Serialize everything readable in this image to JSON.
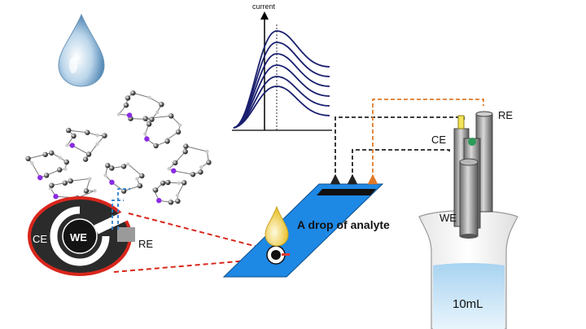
{
  "labels": {
    "current_axis": "current",
    "drop_text": "A drop of analyte",
    "ce_electrode": "CE",
    "we_electrode": "WE",
    "re_electrode": "RE",
    "ce_detail": "CE",
    "we_detail": "WE",
    "re_detail": "RE",
    "volume": "10mL"
  },
  "colors": {
    "curve": "#1a1f6e",
    "strip": "#1e88e5",
    "liquid": "#cfe7f7",
    "connector_black": "#222222",
    "connector_orange": "#e07a2a",
    "connector_blue": "#2d7fd0",
    "zoom_red": "#d9261c",
    "drop": "#f3d34a"
  },
  "icons": {
    "water_drop": "water-drop-icon",
    "analyte_drop": "analyte-drop-icon",
    "molecule": "molecular-structure-icon"
  }
}
